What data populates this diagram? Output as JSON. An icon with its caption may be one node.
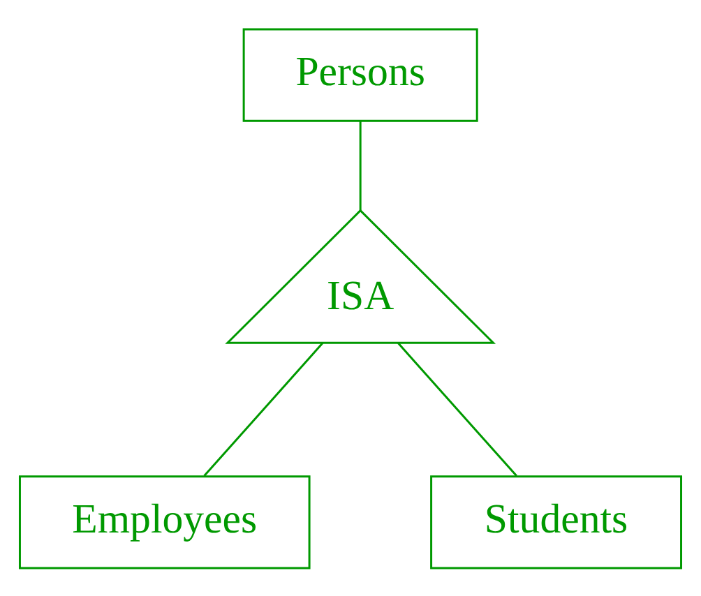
{
  "diagram": {
    "nodes": [
      {
        "text": [
          "Persons"
        ]
      },
      {
        "text": [
          "ISA"
        ]
      },
      {
        "text": [
          "Employees"
        ]
      },
      {
        "text": [
          "Students"
        ]
      }
    ],
    "edges": [
      {
        "from": 0,
        "to": 1,
        "arrow": "none"
      },
      {
        "from": 1,
        "to": 2,
        "arrow": "none"
      },
      {
        "from": 1,
        "to": 3,
        "arrow": "none"
      }
    ]
  }
}
